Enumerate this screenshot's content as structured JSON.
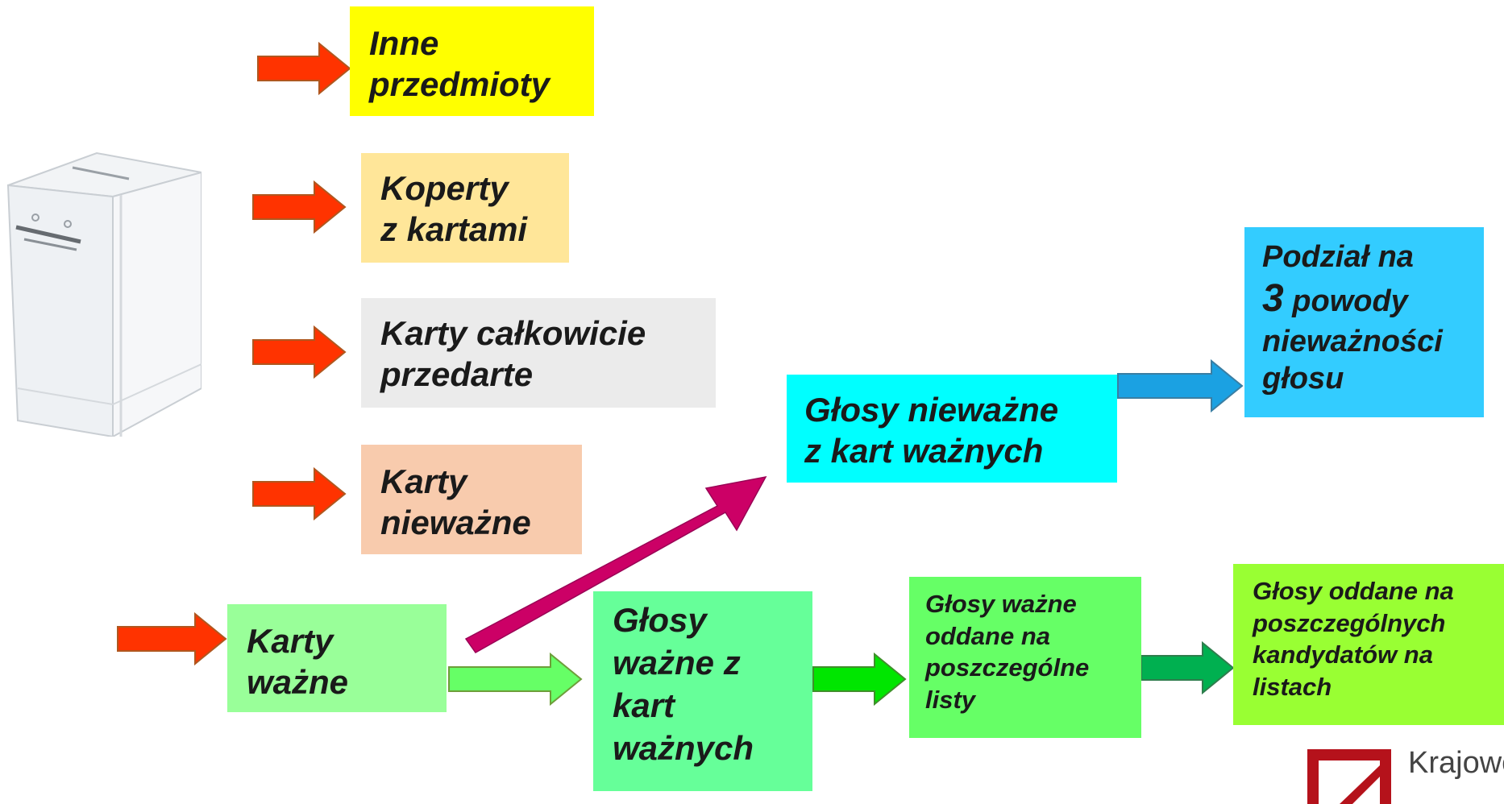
{
  "boxes": {
    "inne": {
      "lines": [
        "Inne",
        "przedmioty"
      ],
      "bg": "#ffff00"
    },
    "koperty": {
      "lines": [
        "Koperty",
        "z kartami"
      ],
      "bg": "#ffe699"
    },
    "przedarte": {
      "lines": [
        "Karty całkowicie",
        "przedarte"
      ],
      "bg": "#ebebeb"
    },
    "niewazne": {
      "lines": [
        "Karty",
        "nieważne"
      ],
      "bg": "#f8cbad"
    },
    "wazne": {
      "lines": [
        "Karty",
        "ważne"
      ],
      "bg": "#99ff99"
    },
    "glosy_wazne": {
      "lines": [
        "Głosy",
        "ważne z",
        "kart",
        "ważnych"
      ],
      "bg": "#66ff99"
    },
    "glosy_niewazne": {
      "lines": [
        "Głosy nieważne",
        "z kart ważnych"
      ],
      "bg": "#00ffff"
    },
    "podzial": {
      "line1": "Podział na",
      "number": "3",
      "line2_rest": "powody",
      "line3": "nieważności",
      "line4": "głosu",
      "bg": "#33ccff"
    },
    "listy": {
      "lines": [
        "Głosy ważne",
        "oddane na",
        "poszczególne",
        "listy"
      ],
      "bg": "#66ff66"
    },
    "kandydaci": {
      "lines": [
        "Głosy oddane na",
        "poszczególnych",
        "kandydatów na",
        "listach"
      ],
      "bg": "#99ff33"
    }
  },
  "colors": {
    "arrow_red": "#ff3300",
    "arrow_red_stroke": "#b0571f",
    "arrow_magenta": "#cc0066",
    "arrow_green_light": "#66ff66",
    "arrow_green": "#00e600",
    "arrow_green_dark": "#00b050",
    "arrow_blue": "#1ba1e2"
  },
  "logo": {
    "text": "Krajowe"
  }
}
